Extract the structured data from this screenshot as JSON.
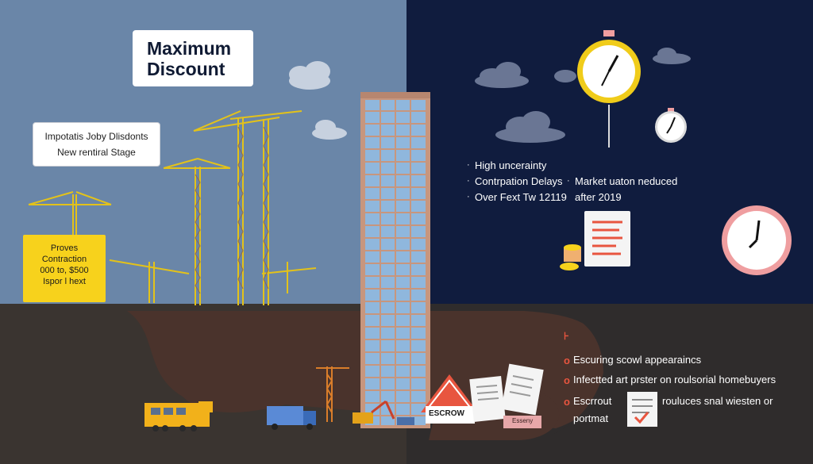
{
  "title_card": {
    "line1": "Maximum",
    "line2": "Discount"
  },
  "info_card": {
    "line1": "Impotatis Joby Dlisdonts",
    "line2": "New rentiral Stage"
  },
  "yellow_card": {
    "lines": [
      "Proves",
      "Contraction",
      "000 to, $500",
      "Ispor l hext"
    ]
  },
  "right_bullets": {
    "items": [
      "High uncerainty",
      "Contrpation Delays",
      "Over Fext Tw 12119"
    ],
    "side": [
      "Market uaton neduced",
      "after 2019"
    ]
  },
  "bottom_list": {
    "marker": "⊦",
    "items": [
      "Escuring scowl appearaincs",
      "Infectted art prster on roulsorial homebuyers",
      "Escrrout",
      "portmat"
    ],
    "trailing": "rouluces snal wiesten or"
  },
  "escrow": {
    "sign": "ESCROW",
    "tag": "Esseny"
  },
  "colors": {
    "sky_left": "#6a86a8",
    "sky_right": "#101c3e",
    "ground": "#3a3430",
    "accent_yellow": "#f7d21c",
    "clock_yellow": "#f0cc1a",
    "clock_pink": "#ef9ea0",
    "warning_red": "#e8553f"
  },
  "icons": [
    "stopwatch-icon",
    "clock-icon",
    "document-icon",
    "escrow-sign-icon",
    "crane-icon",
    "truck-icon",
    "cloud-icon",
    "coins-icon"
  ]
}
